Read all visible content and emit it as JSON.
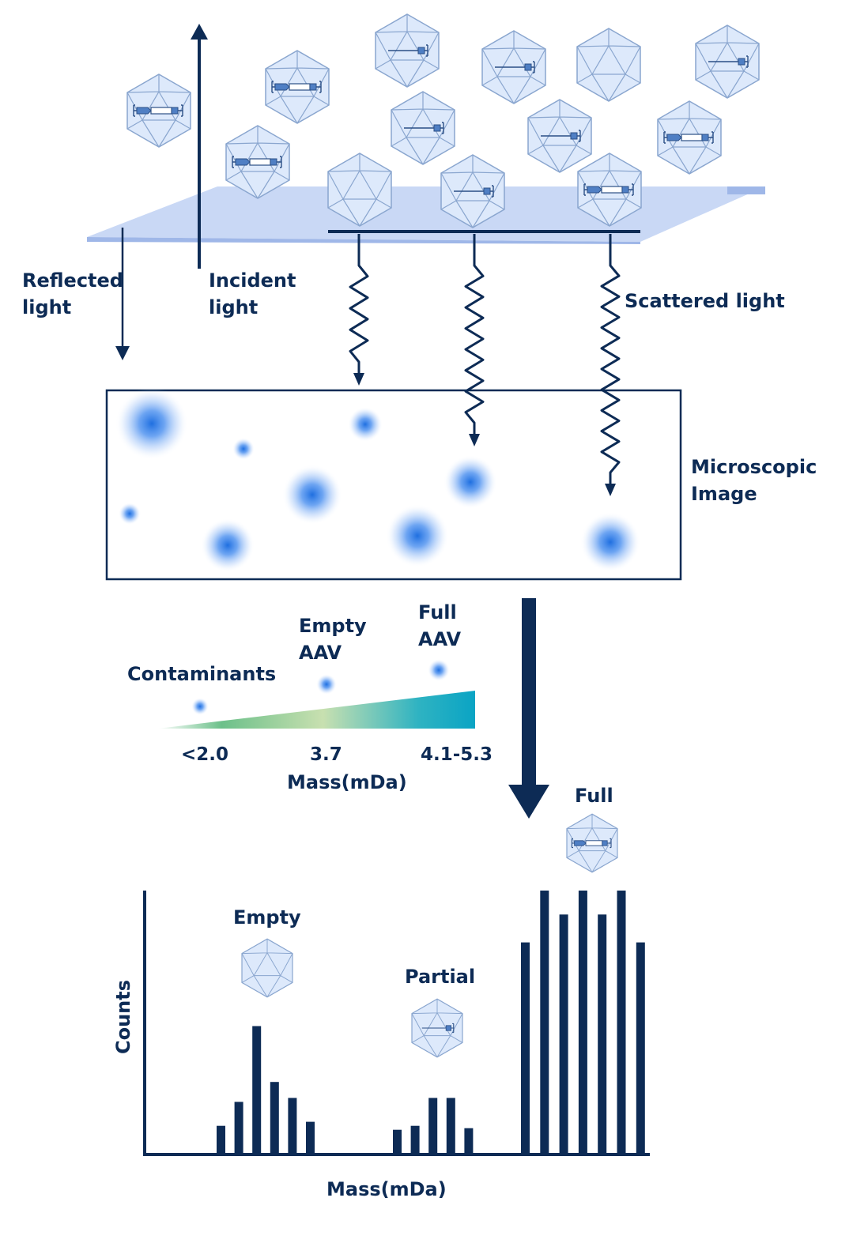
{
  "labels": {
    "reflected_light": [
      "Reflected",
      "light"
    ],
    "incident_light": [
      "Incident",
      "light"
    ],
    "scattered_light": "Scattered light",
    "microscopic_image": [
      "Microscopic",
      "Image"
    ],
    "contaminants": "Contaminants",
    "empty_aav": [
      "Empty",
      "AAV"
    ],
    "full_aav": [
      "Full",
      "AAV"
    ],
    "gradient_ticks": [
      "<2.0",
      "3.7",
      "4.1-5.3"
    ],
    "gradient_axis": "Mass(mDa)",
    "hist_empty": "Empty",
    "hist_partial": "Partial",
    "hist_full": "Full",
    "hist_xlabel": "Mass(mDa)",
    "hist_ylabel": "Counts"
  },
  "colors": {
    "navy": "#0d2b55",
    "plate": "#c9d8f5",
    "capsid_fill": "#dde9fb",
    "capsid_stroke": "#8aa6cf",
    "spot": "#1f6fe0",
    "gradient": [
      "#ffffff",
      "#6cc08a",
      "#c8e0b0",
      "#2fb3c2",
      "#0aa4c4"
    ]
  },
  "icons": [
    "capsid-empty-icon",
    "capsid-partial-icon",
    "capsid-full-icon",
    "light-spot-icon",
    "down-arrow-icon"
  ],
  "chart_data": {
    "type": "bar",
    "title": "",
    "xlabel": "Mass(mDa)",
    "ylabel": "Counts",
    "groups": [
      {
        "name": "Empty",
        "values": [
          3.5,
          6.5,
          16,
          9,
          7,
          4
        ]
      },
      {
        "name": "Partial",
        "values": [
          3,
          3.5,
          7,
          7,
          3.2
        ]
      },
      {
        "name": "Full",
        "values": [
          26.5,
          33,
          30,
          33,
          30,
          33,
          26.5
        ]
      }
    ],
    "ylim": [
      0,
      33
    ]
  }
}
